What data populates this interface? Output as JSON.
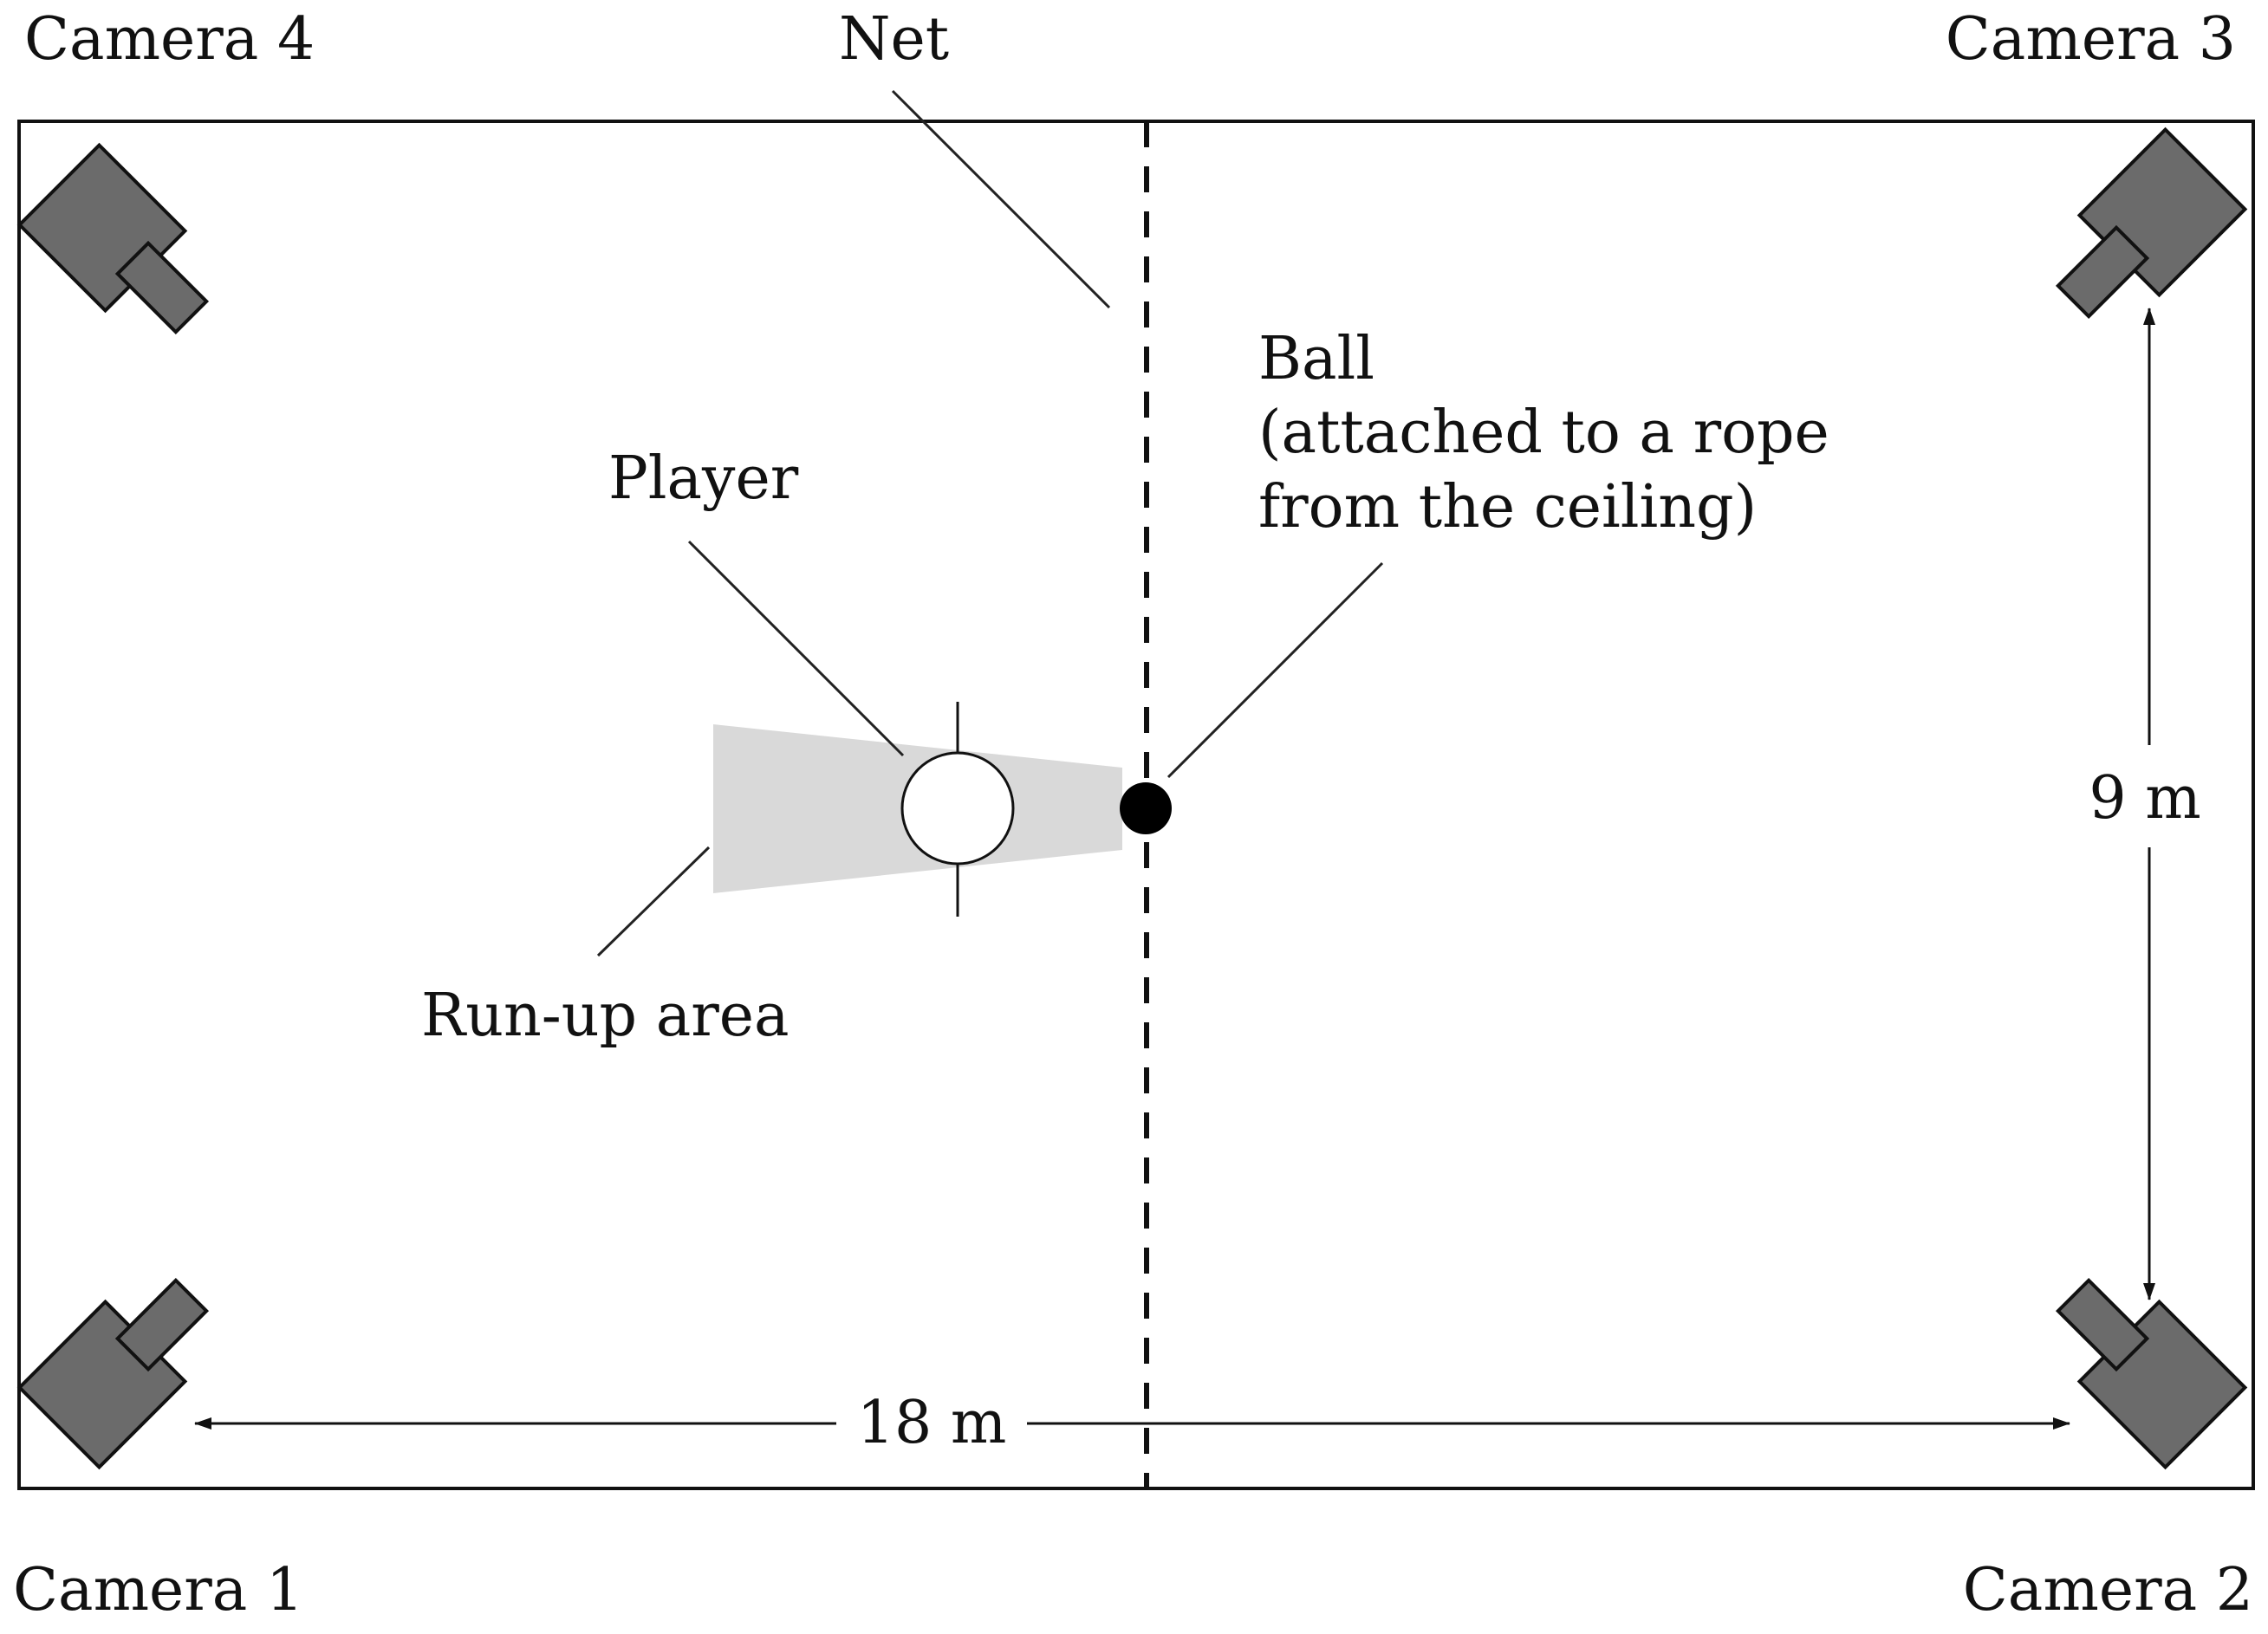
{
  "labels": {
    "camera_4": "Camera 4",
    "camera_3": "Camera 3",
    "camera_1": "Camera 1",
    "camera_2": "Camera 2",
    "net": "Net",
    "ball": "Ball",
    "ball_note_1": "(attached to a rope",
    "ball_note_2": "from the ceiling)",
    "player": "Player",
    "run_up_area": "Run-up area",
    "width": "9 m",
    "length": "18 m"
  },
  "colors": {
    "camera_fill": "#6b6b6b",
    "run_up_fill": "#d9d9d9",
    "ball_fill": "#000000",
    "outline": "#111111"
  },
  "icons": {
    "camera": "camera-icon",
    "ball": "ball-icon",
    "player": "player-icon"
  }
}
